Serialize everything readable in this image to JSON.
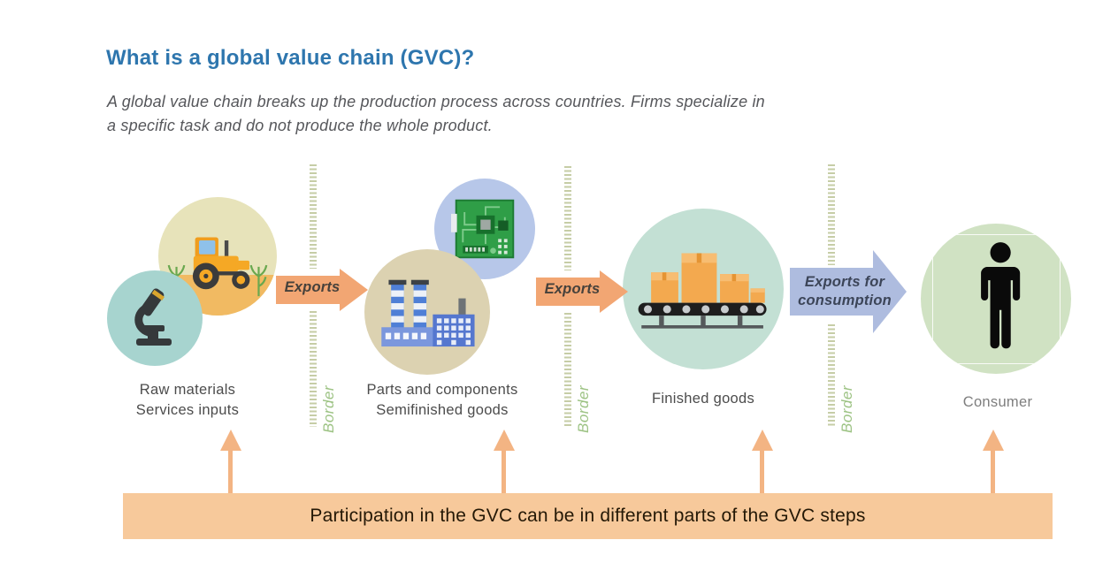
{
  "header": {
    "title": "What is a global value chain (GVC)?",
    "subtitle_line1": "A global value chain breaks up the production process across countries. Firms specialize in",
    "subtitle_line2": "a specific task and do not produce the whole product."
  },
  "steps": [
    {
      "line1": "Raw materials",
      "line2": "Services inputs"
    },
    {
      "line1": "Parts and components",
      "line2": "Semifinished goods"
    },
    {
      "line1": "Finished goods",
      "line2": ""
    },
    {
      "line1": "Consumer",
      "line2": ""
    }
  ],
  "arrows": {
    "export1": "Exports",
    "export2": "Exports",
    "export3_line1": "Exports for",
    "export3_line2": "consumption"
  },
  "borders": [
    {
      "label": "Border"
    },
    {
      "label": "Border"
    },
    {
      "label": "Border"
    }
  ],
  "banner": {
    "text": "Participation in the GVC can be in different parts of the GVC steps"
  },
  "icons": {
    "step1": [
      "microscope-icon",
      "tractor-icon"
    ],
    "step2": [
      "circuit-board-icon",
      "factory-icon"
    ],
    "step3": [
      "conveyor-belt-icon"
    ],
    "step4": [
      "person-icon"
    ]
  },
  "colors": {
    "title_blue": "#2e76ae",
    "subtitle_gray": "#56575b",
    "banner_bg": "#f7c99b",
    "export_arrow_orange": "#f2a673",
    "consumption_arrow_blue": "#aebcdf",
    "up_arrow_orange": "#f3b483",
    "border_dash_green": "#c6cda6",
    "border_text_green": "#9dc384",
    "circle_teal": "#a7d4cf",
    "circle_khaki": "#e7e3ba",
    "circle_periwinkle": "#b7c7e9",
    "circle_tan": "#dcd2b1",
    "circle_mint": "#c3e0d4",
    "circle_sage": "#d0e2c3"
  }
}
